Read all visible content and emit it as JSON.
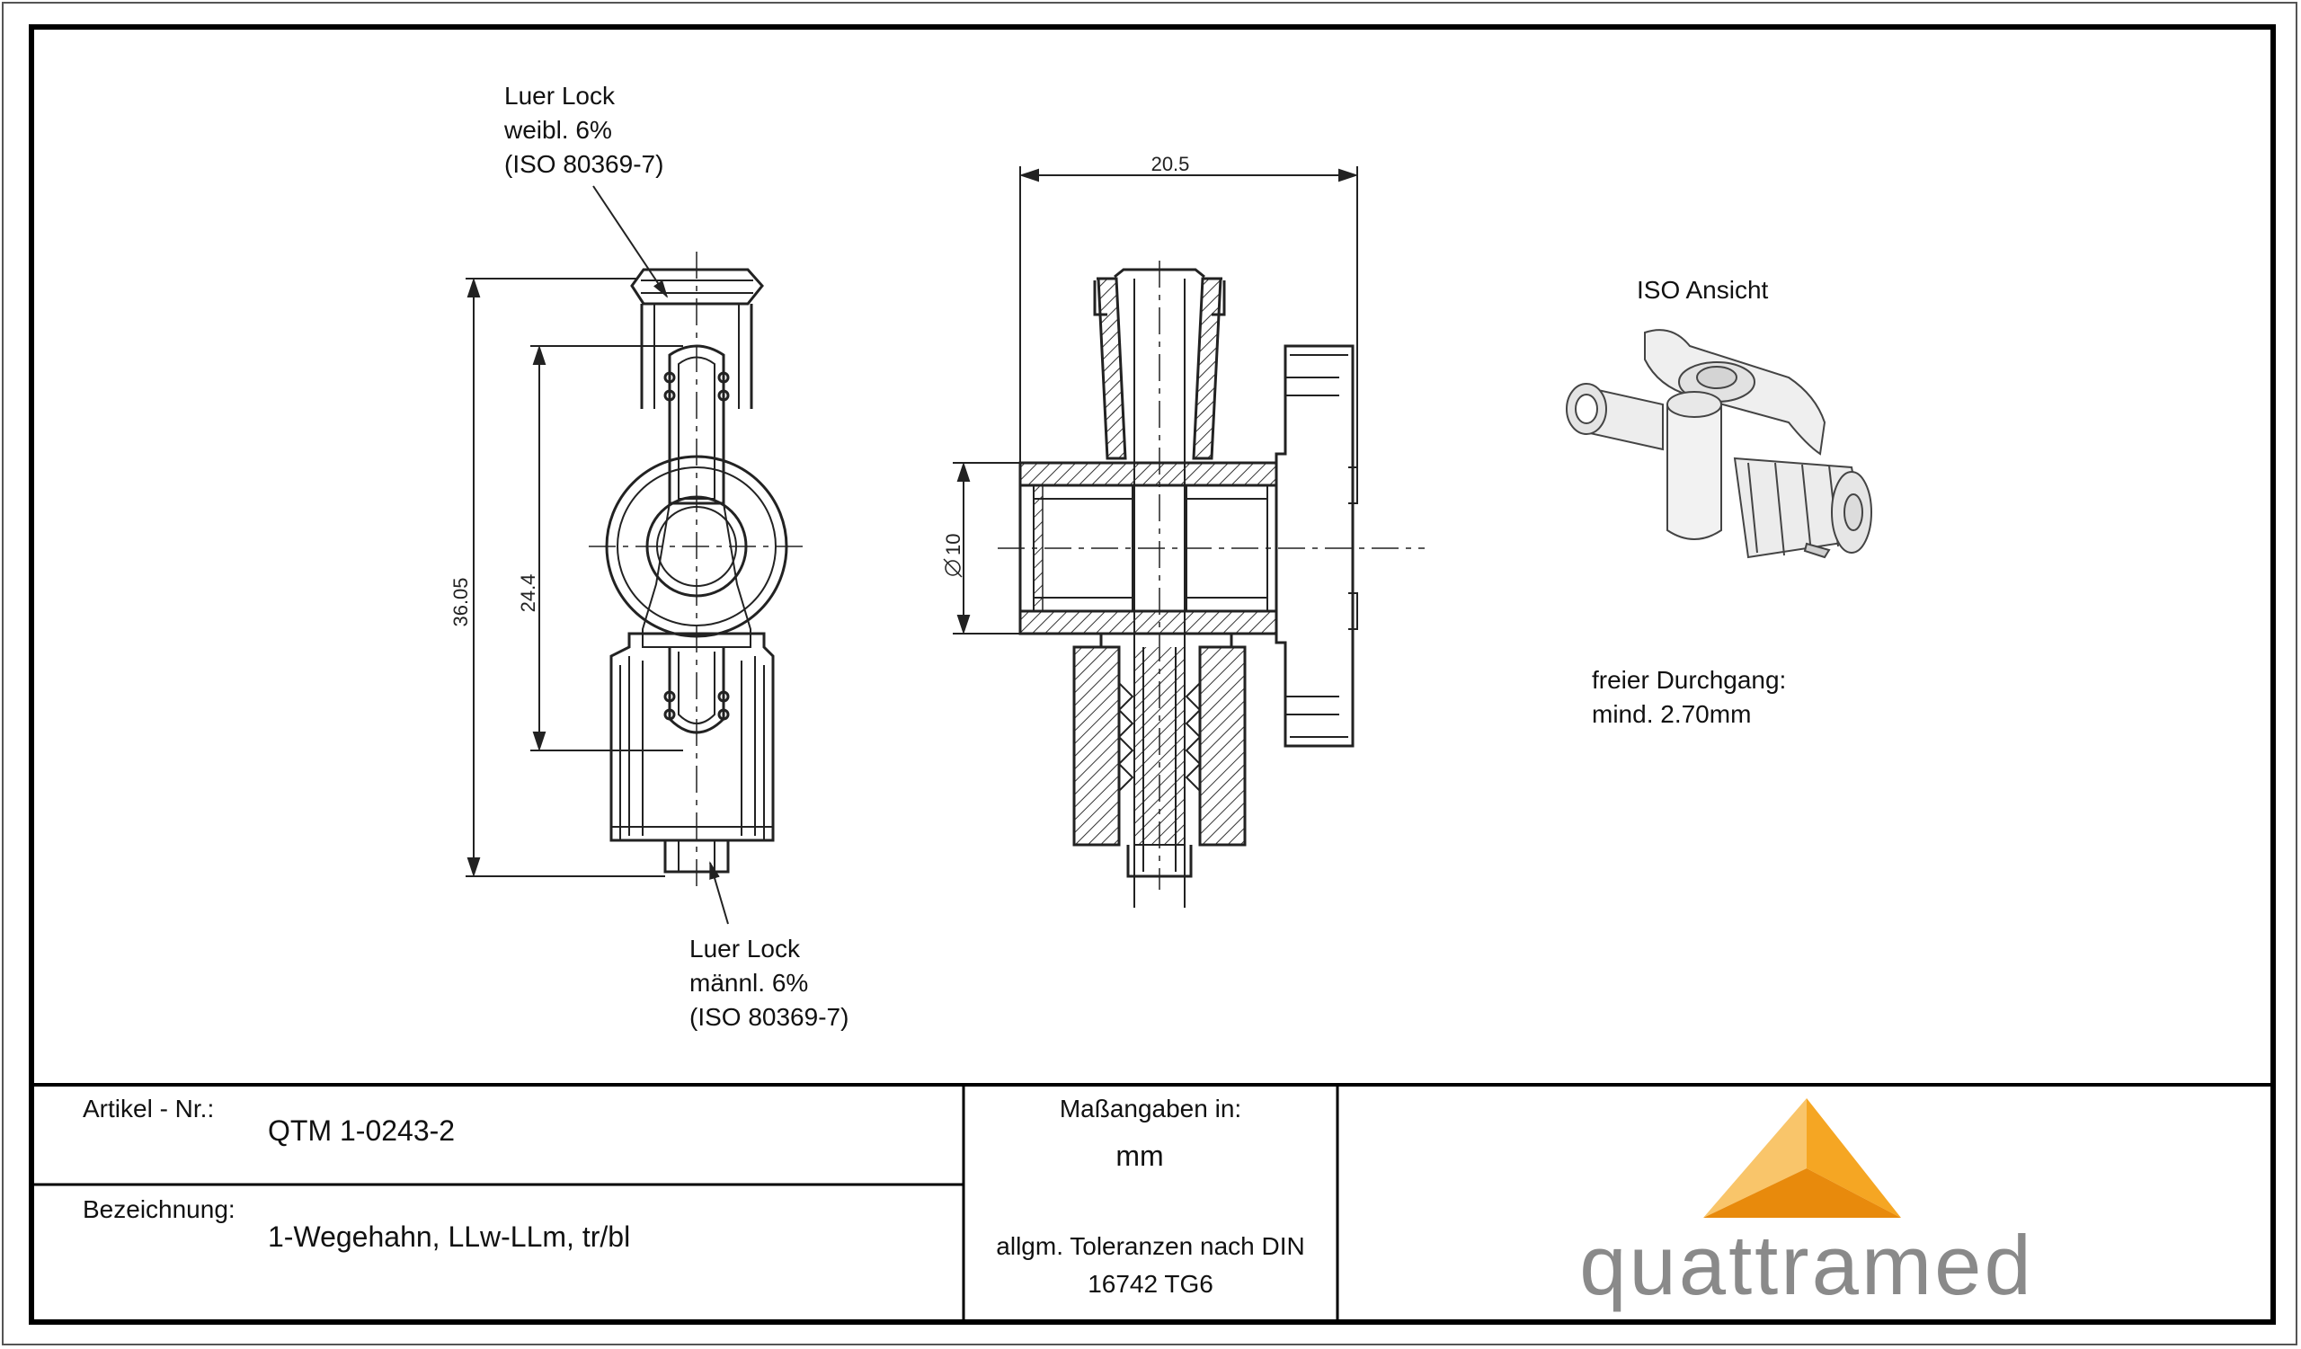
{
  "drawing": {
    "callouts": {
      "female": {
        "line1": "Luer Lock",
        "line2": "weibl. 6%",
        "line3": "(ISO 80369-7)"
      },
      "male": {
        "line1": "Luer Lock",
        "line2": "männl. 6%",
        "line3": "(ISO 80369-7)"
      },
      "iso_view": "ISO Ansicht",
      "passage": {
        "line1": "freier Durchgang:",
        "line2": "mind. 2.70mm"
      }
    },
    "dimensions": {
      "overall_height": "36.05",
      "handle_height": "24.4",
      "width": "20.5",
      "diameter": "10"
    }
  },
  "title_block": {
    "article_label": "Artikel - Nr.:",
    "article_value": "QTM 1-0243-2",
    "designation_label": "Bezeichnung:",
    "designation_value": "1-Wegehahn, LLw-LLm, tr/bl",
    "units_label": "Maßangaben in:",
    "units_value": "mm",
    "tolerance_line1": "allgm. Toleranzen nach DIN",
    "tolerance_line2": "16742 TG6",
    "logo_text": "quattramed",
    "logo_colors": {
      "light": "#f9c56a",
      "mid": "#f5a623",
      "dark": "#e88a0c",
      "text": "#8a8a8a"
    }
  }
}
